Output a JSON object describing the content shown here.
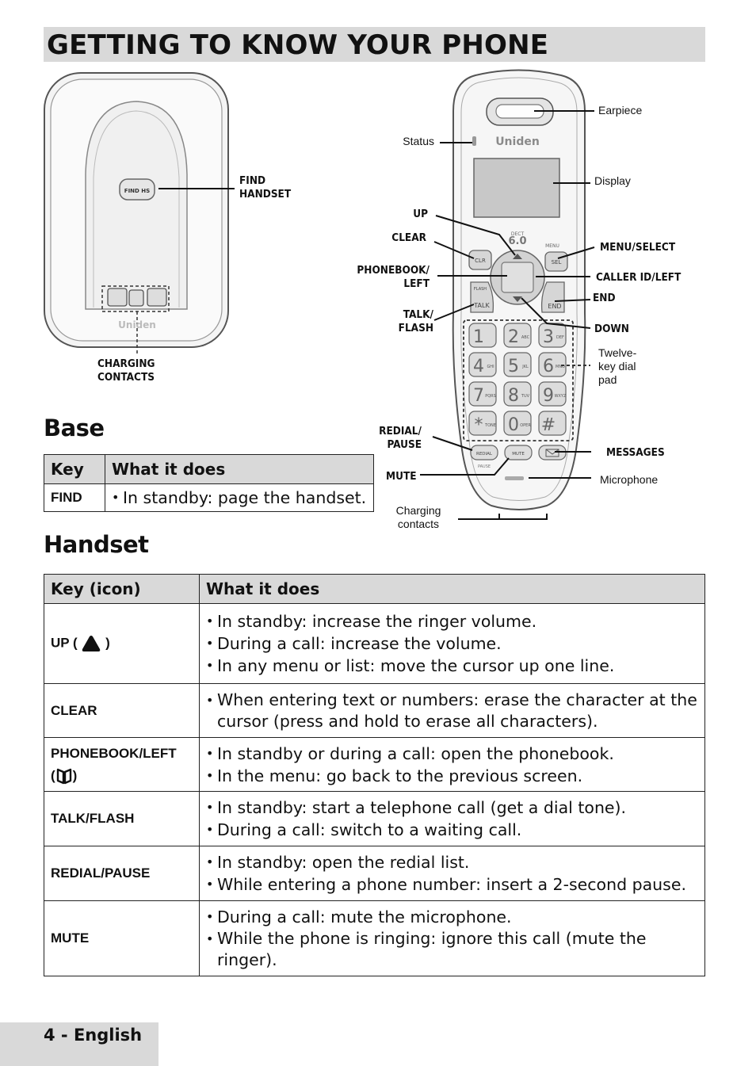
{
  "page": {
    "title": "GETTING TO KNOW YOUR PHONE",
    "footer": "4 - English"
  },
  "figure": {
    "base_callouts": {
      "find_handset": "FIND\nHANDSET",
      "charging_contacts": "CHARGING\nCONTACTS",
      "button_label": "FIND HS",
      "brand": "Uniden"
    },
    "handset_callouts": {
      "earpiece": "Earpiece",
      "status": "Status",
      "display": "Display",
      "up": "UP",
      "clear": "CLEAR",
      "menu_select": "MENU/SELECT",
      "phonebook_left": "PHONEBOOK/\nLEFT",
      "caller_id_left": "CALLER ID/LEFT",
      "end": "END",
      "talk_flash": "TALK/\nFLASH",
      "down": "DOWN",
      "twelve_key": "Twelve-\nkey dial\npad",
      "redial_pause": "REDIAL/\nPAUSE",
      "messages": "MESSAGES",
      "mute": "MUTE",
      "microphone": "Microphone",
      "charging_contacts": "Charging\ncontacts",
      "brand": "Uniden",
      "dect": "DECT",
      "dect_version": "6.0",
      "menu_key": "MENU",
      "clr_key": "CLR",
      "sel_key": "SEL",
      "talk_key": "TALK",
      "flash_key": "FLASH",
      "end_key": "END",
      "redial_key": "REDIAL",
      "pause_key": "PAUSE",
      "mute_key": "MUTE"
    },
    "dial_keys": [
      {
        "digit": "1",
        "letters": ""
      },
      {
        "digit": "2",
        "letters": "ABC"
      },
      {
        "digit": "3",
        "letters": "DEF"
      },
      {
        "digit": "4",
        "letters": "GHI"
      },
      {
        "digit": "5",
        "letters": "JKL"
      },
      {
        "digit": "6",
        "letters": "MNO"
      },
      {
        "digit": "7",
        "letters": "PQRS"
      },
      {
        "digit": "8",
        "letters": "TUV"
      },
      {
        "digit": "9",
        "letters": "WXYZ"
      },
      {
        "digit": "*",
        "letters": "TONE"
      },
      {
        "digit": "0",
        "letters": "OPER"
      },
      {
        "digit": "#",
        "letters": ""
      }
    ]
  },
  "base_section": {
    "heading": "Base",
    "columns": [
      "Key",
      "What it does"
    ],
    "rows": [
      {
        "key": "FIND",
        "actions": [
          "In standby: page the handset."
        ]
      }
    ]
  },
  "handset_section": {
    "heading": "Handset",
    "columns": [
      "Key (icon)",
      "What it does"
    ],
    "rows": [
      {
        "key": "UP (",
        "key_suffix": ")",
        "icon": "up-triangle-icon",
        "actions": [
          "In standby: increase the ringer volume.",
          "During a call: increase the volume.",
          "In any menu or list: move the cursor up one line."
        ]
      },
      {
        "key": "CLEAR",
        "actions": [
          "When entering text or numbers: erase the character at the cursor (press and hold to erase all characters)."
        ]
      },
      {
        "key": "PHONEBOOK/LEFT",
        "key_line2_prefix": "(",
        "key_line2_suffix": ")",
        "icon": "phonebook-icon",
        "actions": [
          "In standby or during a call: open the phonebook.",
          "In the menu: go back to the previous screen."
        ]
      },
      {
        "key": "TALK/FLASH",
        "actions": [
          "In standby: start a telephone call (get a dial tone).",
          "During a call: switch to a waiting call."
        ]
      },
      {
        "key": "REDIAL/PAUSE",
        "actions": [
          "In standby: open the redial list.",
          "While entering a phone number: insert a 2-second pause."
        ]
      },
      {
        "key": "MUTE",
        "actions": [
          "During a call: mute the microphone.",
          "While the phone is ringing: ignore this call (mute the ringer)."
        ]
      }
    ]
  }
}
